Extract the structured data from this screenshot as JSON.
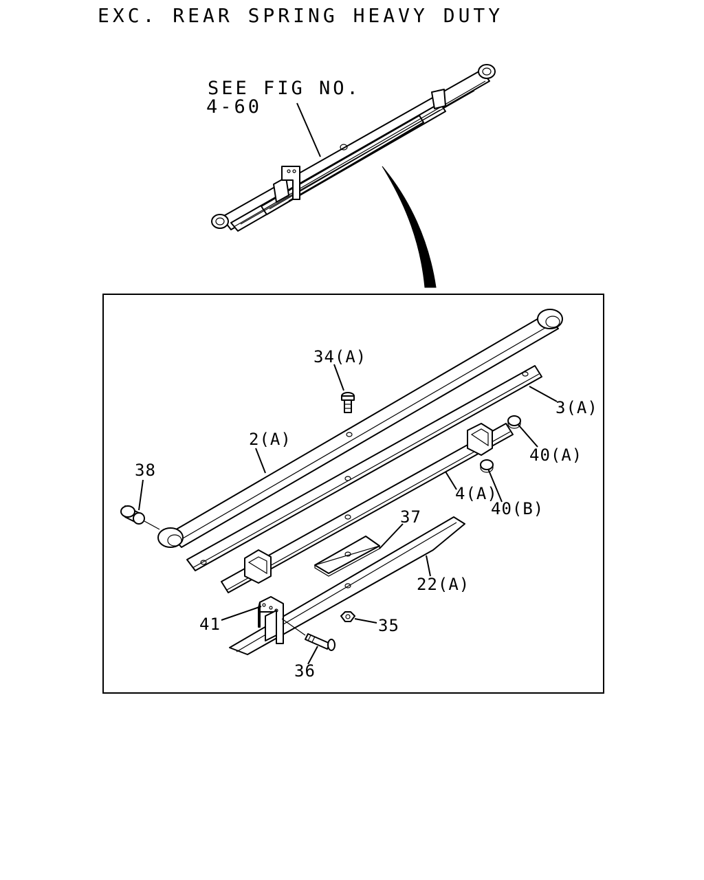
{
  "title": "EXC. REAR SPRING HEAVY DUTY",
  "reference": {
    "line1": "SEE FIG NO.",
    "line2": "4-60"
  },
  "callouts": {
    "p34a": "34(A)",
    "p3a": "3(A)",
    "p2a": "2(A)",
    "p40a": "40(A)",
    "p38": "38",
    "p4a": "4(A)",
    "p40b": "40(B)",
    "p37": "37",
    "p22a": "22(A)",
    "p41": "41",
    "p35": "35",
    "p36": "36"
  }
}
